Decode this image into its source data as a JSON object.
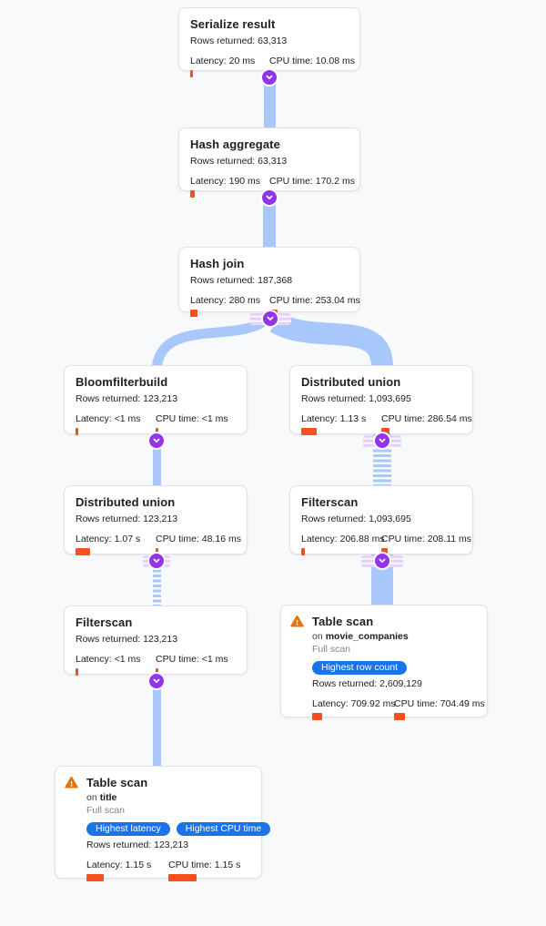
{
  "app": {
    "name": "Query plan visualizer"
  },
  "colors": {
    "background": "#f8f9fa",
    "card_bg": "#ffffff",
    "card_border": "#dfe1e5",
    "edge_blue": "#a8c7fa",
    "connector_purple": "#9334e6",
    "metric_bar_orange": "#f4511e",
    "warning_orange": "#e8710a",
    "badge_blue": "#1a73e8",
    "muted_text": "#80868b"
  },
  "nodes": [
    {
      "id": "serialize-result",
      "title": "Serialize result",
      "rows": "Rows returned: 63,313",
      "latency": "Latency: 20 ms",
      "cpu": "CPU time: 10.08 ms",
      "latency_bar": 3,
      "cpu_bar": 3
    },
    {
      "id": "hash-aggregate",
      "title": "Hash aggregate",
      "rows": "Rows returned: 63,313",
      "latency": "Latency: 190 ms",
      "cpu": "CPU time: 170.2 ms",
      "latency_bar": 5,
      "cpu_bar": 6
    },
    {
      "id": "hash-join",
      "title": "Hash join",
      "rows": "Rows returned: 187,368",
      "latency": "Latency: 280 ms",
      "cpu": "CPU time: 253.04 ms",
      "latency_bar": 8,
      "cpu_bar": 9
    },
    {
      "id": "bloomfilterbuild",
      "title": "Bloomfilterbuild",
      "rows": "Rows returned: 123,213",
      "latency": "Latency: <1 ms",
      "cpu": "CPU time: <1 ms",
      "latency_bar": 3,
      "cpu_bar": 3
    },
    {
      "id": "distributed-union-right",
      "title": "Distributed union",
      "rows": "Rows returned: 1,093,695",
      "latency": "Latency: 1.13 s",
      "cpu": "CPU time: 286.54 ms",
      "latency_bar": 17,
      "cpu_bar": 9
    },
    {
      "id": "distributed-union-left",
      "title": "Distributed union",
      "rows": "Rows returned: 123,213",
      "latency": "Latency: 1.07 s",
      "cpu": "CPU time: 48.16 ms",
      "latency_bar": 16,
      "cpu_bar": 3
    },
    {
      "id": "filterscan-right",
      "title": "Filterscan",
      "rows": "Rows returned: 1,093,695",
      "latency": "Latency: 206.88 ms",
      "cpu": "CPU time: 208.11 ms",
      "latency_bar": 4,
      "cpu_bar": 7
    },
    {
      "id": "filterscan-left",
      "title": "Filterscan",
      "rows": "Rows returned: 123,213",
      "latency": "Latency: <1 ms",
      "cpu": "CPU time: <1 ms",
      "latency_bar": 3,
      "cpu_bar": 3
    },
    {
      "id": "table-scan-right",
      "title": "Table scan",
      "warning": true,
      "on_prefix": "on",
      "table": "movie_companies",
      "scan_type": "Full scan",
      "badges": [
        "Highest row count"
      ],
      "rows": "Rows returned: 2,609,129",
      "latency": "Latency: 709.92 ms",
      "cpu": "CPU time: 704.49 ms",
      "latency_bar": 11,
      "cpu_bar": 12
    },
    {
      "id": "table-scan-left",
      "title": "Table scan",
      "warning": true,
      "on_prefix": "on",
      "table": "title",
      "scan_type": "Full scan",
      "badges": [
        "Highest latency",
        "Highest CPU time"
      ],
      "rows": "Rows returned: 123,213",
      "latency": "Latency: 1.15 s",
      "cpu": "CPU time: 1.15 s",
      "latency_bar": 19,
      "cpu_bar": 31
    }
  ],
  "edges": [
    {
      "from": "serialize-result",
      "to": "hash-aggregate",
      "style": "solid"
    },
    {
      "from": "hash-aggregate",
      "to": "hash-join",
      "style": "solid"
    },
    {
      "from": "hash-join",
      "to": "bloomfilterbuild",
      "style": "curve"
    },
    {
      "from": "hash-join",
      "to": "distributed-union-right",
      "style": "curve"
    },
    {
      "from": "bloomfilterbuild",
      "to": "distributed-union-left",
      "style": "solid"
    },
    {
      "from": "distributed-union-right",
      "to": "filterscan-right",
      "style": "striped"
    },
    {
      "from": "distributed-union-left",
      "to": "filterscan-left",
      "style": "striped"
    },
    {
      "from": "filterscan-right",
      "to": "table-scan-right",
      "style": "solid"
    },
    {
      "from": "filterscan-left",
      "to": "table-scan-left",
      "style": "solid"
    }
  ]
}
